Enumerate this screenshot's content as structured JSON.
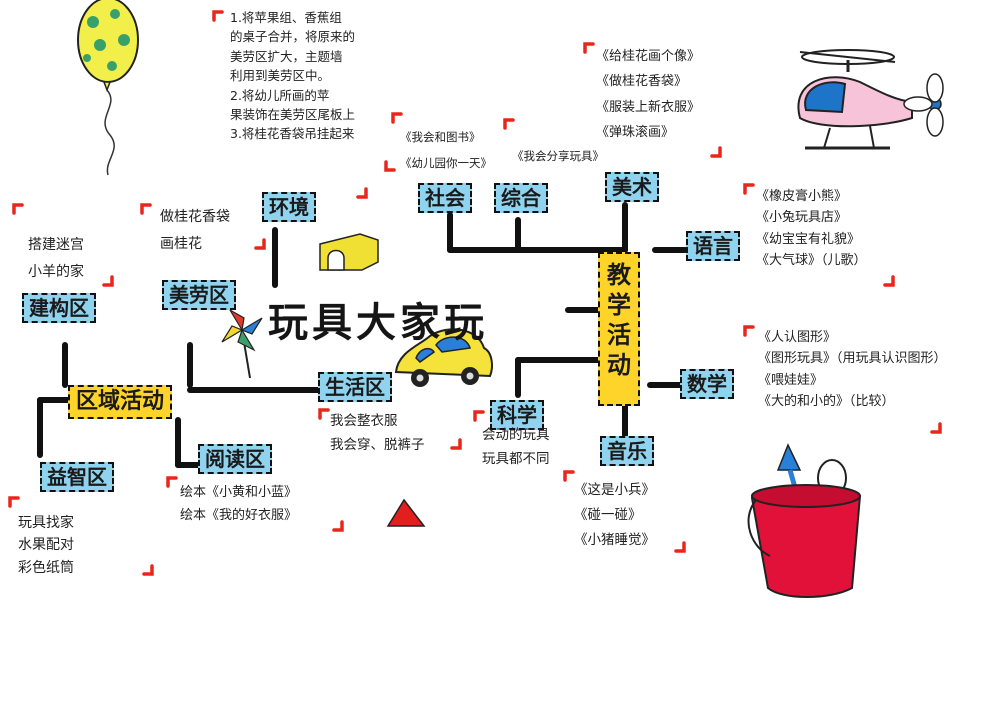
{
  "title": "玩具大家玩",
  "center_regions": {
    "label": "区域活动"
  },
  "center_teaching": {
    "label": "教学活动"
  },
  "nodes": {
    "huanjing": "环境",
    "shehui": "社会",
    "zonghe": "综合",
    "meishu": "美术",
    "yuyan": "语言",
    "shuxue": "数学",
    "yinyue": "音乐",
    "kexue": "科学",
    "jiangou": "建构区",
    "meilao": "美劳区",
    "shenghuo": "生活区",
    "yuedu": "阅读区",
    "yizhi": "益智区"
  },
  "notes": {
    "huanjing": [
      "1.将苹果组、香蕉组",
      "的桌子合并，将原来的",
      "美劳区扩大，主题墙",
      "利用到美劳区中。",
      "2.将幼儿所画的苹",
      "果装饰在美劳区尾板上",
      "3.将桂花香袋吊挂起来"
    ],
    "meilao": [
      "做桂花香袋",
      "画桂花"
    ],
    "jiangou": [
      "搭建迷宫",
      "小羊的家"
    ],
    "shehui": [
      "《我会和图书》",
      "《幼儿园你一天》"
    ],
    "zonghe": [
      "《我会分享玩具》"
    ],
    "meishu": [
      "《给桂花画个像》",
      "《做桂花香袋》",
      "《服装上新衣服》",
      "《弹珠滚画》"
    ],
    "yuyan": [
      "《橡皮膏小熊》",
      "《小兔玩具店》",
      "《幼宝宝有礼貌》",
      "《大气球》（儿歌）"
    ],
    "shuxue": [
      "《人认图形》",
      "《图形玩具》（用玩具认识图形）",
      "《喂娃娃》",
      "《大的和小的》（比较）"
    ],
    "shenghuo": [
      "我会整衣服",
      "我会穿、脱裤子"
    ],
    "kexue": [
      "会动的玩具",
      "玩具都不同"
    ],
    "yinyue": [
      "《这是小兵》",
      "《碰一碰》",
      "《小猪睡觉》"
    ],
    "yuedu": [
      "绘本《小黄和小蓝》",
      "绘本《我的好衣服》"
    ],
    "yizhi": [
      "玩具找家",
      "水果配对",
      "彩色纸筒"
    ]
  },
  "colors": {
    "node_fill": "#8fd3ef",
    "center_fill": "#ffd42a",
    "bracket": "#e8261c",
    "line": "#111111"
  },
  "decorations": [
    "balloon",
    "helicopter",
    "bucket-with-toys",
    "car",
    "pinwheel",
    "tunnel-block",
    "triangle-block"
  ]
}
